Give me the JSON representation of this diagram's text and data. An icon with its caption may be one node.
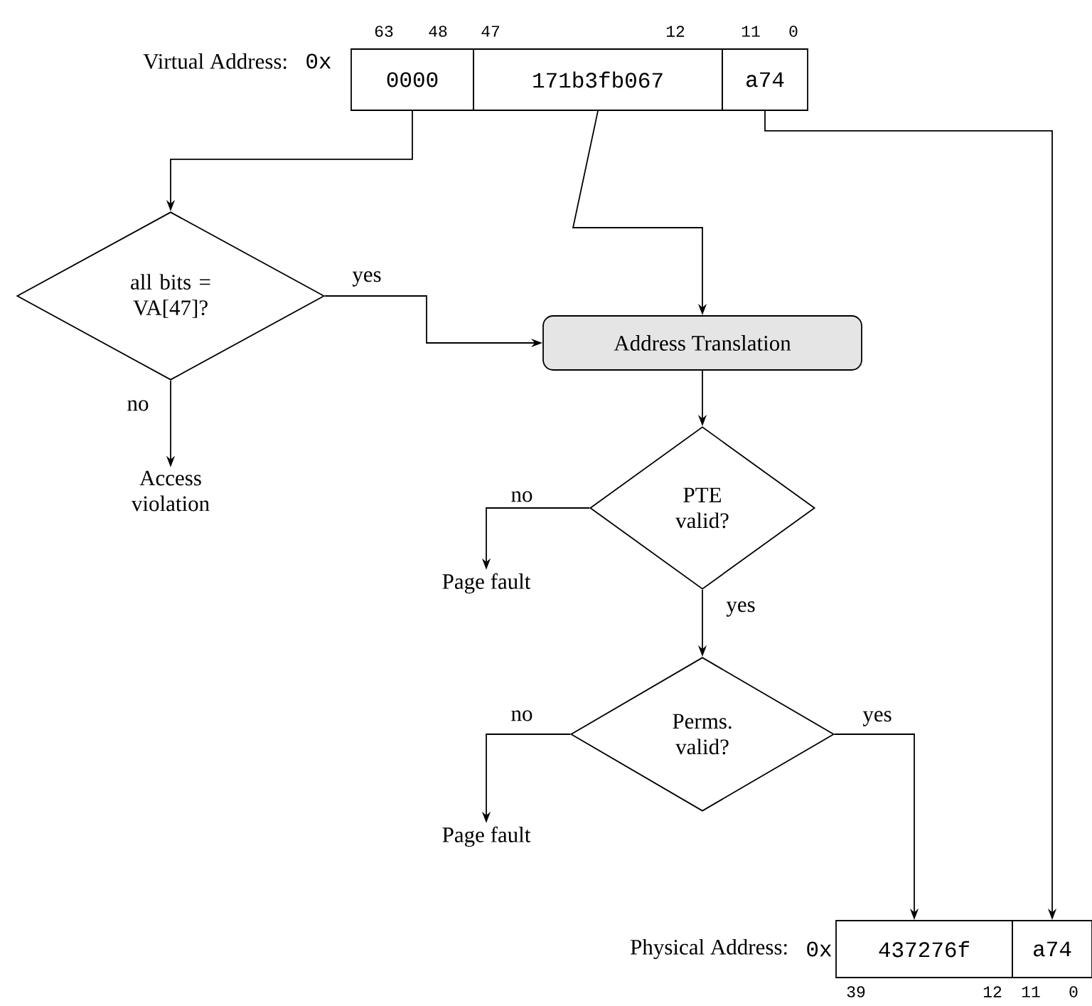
{
  "diagram": {
    "nodes": [
      {
        "text": [
          "0000"
        ]
      },
      {
        "text": [
          "171b3fb067"
        ]
      },
      {
        "text": [
          "a74"
        ]
      },
      {
        "text": [
          "all bits = VA[47]?"
        ]
      },
      {
        "text": [
          "Address Translation"
        ]
      },
      {
        "text": [
          "Access violation"
        ]
      },
      {
        "text": [
          "PTE valid?"
        ]
      },
      {
        "text": [
          "Page fault"
        ]
      },
      {
        "text": [
          "Perms. valid?"
        ]
      },
      {
        "text": [
          "Page fault"
        ]
      },
      {
        "text": [
          "437276f"
        ]
      },
      {
        "text": [
          "a74"
        ]
      }
    ],
    "edges": [
      {
        "from": 0,
        "to": 3,
        "arrow": "to"
      },
      {
        "from": 3,
        "to": 4,
        "arrow": "to",
        "label": "yes"
      },
      {
        "from": 3,
        "to": 5,
        "arrow": "to",
        "label": "no"
      },
      {
        "from": 1,
        "to": 4,
        "arrow": "to"
      },
      {
        "from": 4,
        "to": 6,
        "arrow": "to"
      },
      {
        "from": 6,
        "to": 7,
        "arrow": "to",
        "label": "no"
      },
      {
        "from": 6,
        "to": 8,
        "arrow": "to",
        "label": "yes"
      },
      {
        "from": 8,
        "to": 9,
        "arrow": "to",
        "label": "no"
      },
      {
        "from": 8,
        "to": 10,
        "arrow": "to",
        "label": "yes"
      },
      {
        "from": 2,
        "to": 11,
        "arrow": "to"
      }
    ],
    "labels": [
      "Virtual Address:",
      "0x",
      "63",
      "48",
      "47",
      "12",
      "11",
      "0",
      "Physical Address:",
      "0x",
      "39",
      "12",
      "11",
      "0"
    ]
  }
}
